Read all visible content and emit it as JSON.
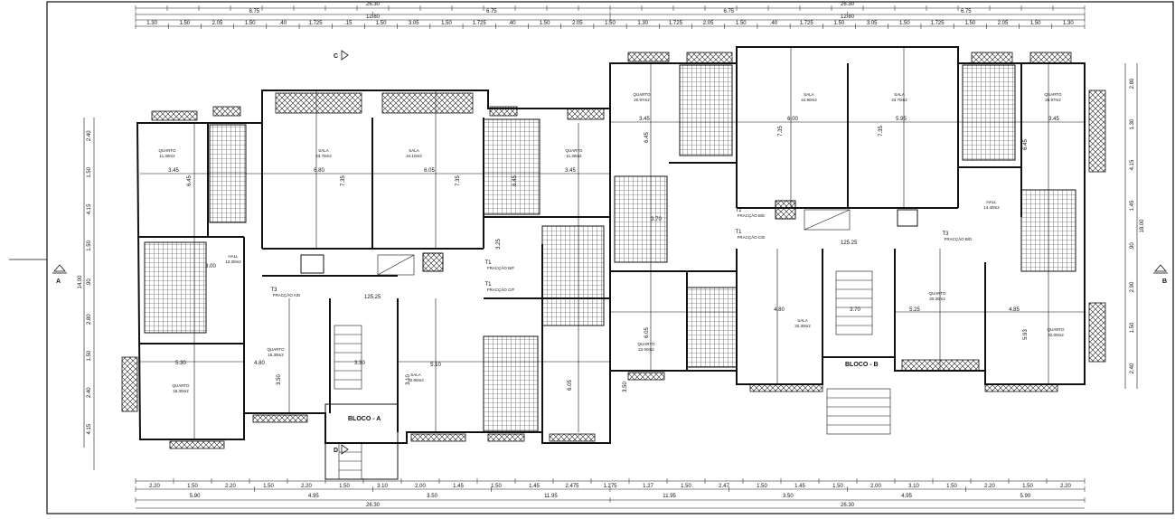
{
  "drawing": {
    "colors": {
      "ink": "#111111",
      "paper": "#ffffff",
      "hatch": "#222222"
    },
    "section_markers": {
      "left": "A",
      "right": "B",
      "top": "C",
      "bottom": "D"
    },
    "blocks": [
      {
        "label": "BLOCO - A"
      },
      {
        "label": "BLOCO - B"
      }
    ],
    "areas": [
      "125.25",
      "125.25"
    ],
    "apartment_types": [
      {
        "type": "T3",
        "subtitle": "FRACÇÃO A/D"
      },
      {
        "type": "T1",
        "subtitle": "FRACÇÃO B/F"
      },
      {
        "type": "T1",
        "subtitle": "FRACÇÃO C/F"
      },
      {
        "type": "T1",
        "subtitle": "FRACÇÃO B/E"
      },
      {
        "type": "T1",
        "subtitle": "FRACÇÃO C/E"
      },
      {
        "type": "T3",
        "subtitle": "FRACÇÃO B/D"
      }
    ],
    "rooms": [
      {
        "name": "QUARTO",
        "area": "11.30m2"
      },
      {
        "name": "SALA",
        "area": "43.70m2"
      },
      {
        "name": "SALA",
        "area": "44.10m2"
      },
      {
        "name": "QUARTO",
        "area": "11.30m2"
      },
      {
        "name": "HALL",
        "area": "13.30m2"
      },
      {
        "name": "QUARTO",
        "area": "16.30m2"
      },
      {
        "name": "QUARTO",
        "area": "16.30m2"
      },
      {
        "name": "SALA",
        "area": "32.90m2"
      },
      {
        "name": "QUARTO",
        "area": "20.97m2"
      },
      {
        "name": "SALA",
        "area": "44.90m2"
      },
      {
        "name": "SALA",
        "area": "43.70m2"
      },
      {
        "name": "QUARTO",
        "area": "20.97m2"
      },
      {
        "name": "QUARTO",
        "area": "22.00m2"
      },
      {
        "name": "SALA",
        "area": "32.30m2"
      },
      {
        "name": "QUARTO",
        "area": "20.30m2"
      },
      {
        "name": "QUARTO",
        "area": "22.00m2"
      },
      {
        "name": "HALL",
        "area": "14.40m2"
      }
    ],
    "dims_top_1": [
      "6.75",
      "6.75",
      "6.75",
      "6.75"
    ],
    "dims_top_overall": [
      "26.30",
      "26.30"
    ],
    "dims_top_2": [
      "12.80",
      "12.80"
    ],
    "dims_top_3": [
      "1.30",
      "1.50",
      "2.05",
      "1.50",
      ".40",
      "1.725",
      ".15",
      "1.50",
      "3.05",
      "1.50",
      "1.725",
      ".40",
      "1.50",
      "2.05",
      "1.50",
      "1.30",
      "1.725",
      "2.05",
      "1.50",
      ".40",
      "1.725",
      "1.50",
      "3.05",
      "1.50",
      "1.725",
      "1.50",
      "2.05",
      "1.50",
      "1.30"
    ],
    "dims_bottom_1": [
      "2.20",
      "1.50",
      "2.20",
      "1.50",
      "2.20",
      "1.50",
      "3.10",
      "2.00",
      "1.45",
      "1.50",
      "1.45",
      "2.475",
      "1.275",
      "1.27",
      "1.50",
      "2.47",
      "1.50",
      "1.45",
      "1.50",
      "2.00",
      "3.10",
      "1.50",
      "2.20",
      "1.50",
      "2.20"
    ],
    "dims_bottom_2": [
      "5.90",
      "4.95",
      "3.50",
      "11.95",
      "11.95",
      "3.50",
      "4.95",
      "5.90"
    ],
    "dims_bottom_overall": [
      "26.30",
      "26.30"
    ],
    "dims_left": [
      "2.40",
      "1.50",
      "4.15",
      "1.50",
      ".90",
      "2.80",
      "1.50",
      "2.40",
      "4.15"
    ],
    "dims_left_total": "14.00",
    "dims_right": [
      "2.80",
      "1.30",
      "4.15",
      "1.45",
      ".90",
      "2.90",
      "1.50",
      "2.40"
    ],
    "dims_right_total": "18.00",
    "room_dims": [
      "3.45",
      "6.80",
      "6.05",
      "3.45",
      "4.80",
      "5.30",
      "3.00",
      "5.10",
      "3.45",
      "6.00",
      "5.95",
      "3.45",
      "4.80",
      "5.25",
      "4.85",
      "3.70",
      "3.70",
      "3.30"
    ],
    "inner_dims": [
      "6.45",
      "7.35",
      "7.35",
      "6.45",
      "3.25",
      "3.10",
      "3.50",
      "6.05",
      "6.05",
      "3.50",
      "7.35",
      "7.35",
      "6.45",
      "6.45",
      "5.93"
    ]
  }
}
